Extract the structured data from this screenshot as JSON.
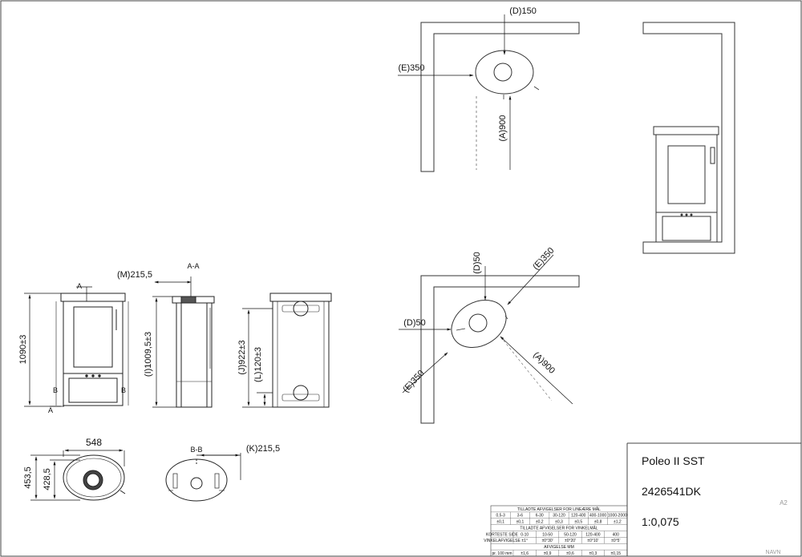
{
  "title_block": {
    "product_name": "Poleo II SST",
    "drawing_number": "2426541DK",
    "scale": "1:0,075",
    "sheet_size": "A2",
    "name_label": "NAVN"
  },
  "tolerance_table": {
    "linear_header": "TILLADTE AFVIGELSER FOR LINEÆRE MÅL",
    "linear_ranges": [
      "0,5-3",
      "3-6",
      "6-30",
      "30-120",
      "120-400",
      "400-1000",
      "1000-2000"
    ],
    "linear_values": [
      "±0,1",
      "±0,1",
      "±0,2",
      "±0,3",
      "±0,5",
      "±0,8",
      "±1,2"
    ],
    "angular_header": "TILLADTE AFVIGELSER FOR VINKELMÅL",
    "angular_side_label": "KORTESTE SIDE",
    "angular_ranges": [
      "0-10",
      "10-50",
      "50-120",
      "120-400",
      "400"
    ],
    "angular_deviation_label": "VINKELAFVIGELSE",
    "angular_values": [
      "±1°",
      "±0°30'",
      "±0°20'",
      "±0°10'",
      "±0°5'"
    ],
    "deviation_header": "AFVIGELSE MM",
    "deviation_row_label": "pr. 100 mm",
    "deviation_values": [
      "±1,6",
      "±0,9",
      "±0,6",
      "±0,3",
      "±0,15"
    ]
  },
  "front_view": {
    "height_dim": "1090±3",
    "section_label_a": "A",
    "section_label_b": "B"
  },
  "section_view": {
    "title": "A-A",
    "offset_dim": "(M)215,5",
    "height_dim": "(I)1009,5±3"
  },
  "rear_view": {
    "outlet_height_dim": "(J)922±3",
    "inlet_height_dim": "(L)120±3"
  },
  "top_view": {
    "width_dim": "548",
    "depth_dim": "453,5",
    "depth_inner_dim": "428,5"
  },
  "section_b": {
    "title": "B-B",
    "offset_dim": "(K)215,5"
  },
  "wall_layout_straight": {
    "back_clearance": "(D)150",
    "side_clearance": "(E)350",
    "front_clearance": "(A)900"
  },
  "wall_layout_corner": {
    "back_clearance_1": "(D)50",
    "side_clearance_1": "(E)350",
    "back_clearance_2": "(D)50",
    "side_clearance_2": "(E)350",
    "front_clearance": "(A)900"
  }
}
